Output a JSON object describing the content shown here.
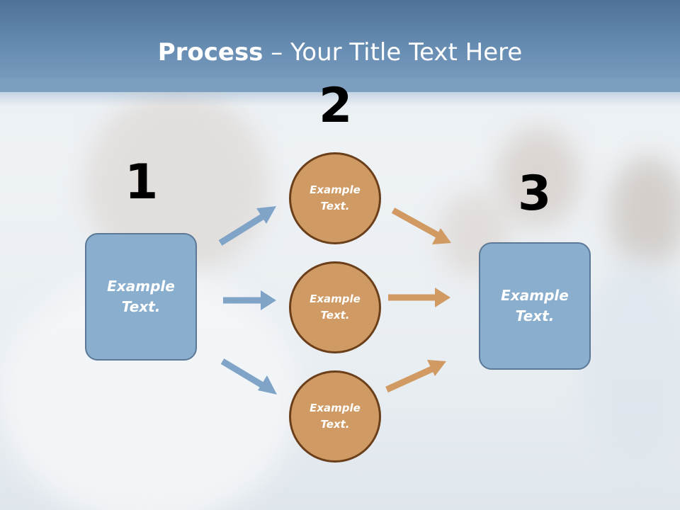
{
  "slide": {
    "title_bold": "Process",
    "title_rest": " – Your Title Text Here",
    "step_numbers": [
      "1",
      "2",
      "3"
    ],
    "left_box": {
      "line1": "Example",
      "line2": "Text."
    },
    "right_box": {
      "line1": "Example",
      "line2": "Text."
    },
    "circles": [
      {
        "line1": "Example",
        "line2": "Text."
      },
      {
        "line1": "Example",
        "line2": "Text."
      },
      {
        "line1": "Example",
        "line2": "Text."
      }
    ]
  },
  "colors": {
    "header": "#5f86ad",
    "box_fill": "#8aaecd",
    "circle_fill": "#cf9a63",
    "blue_arrow": "#7fa4c8",
    "orange_arrow": "#d19a63"
  }
}
